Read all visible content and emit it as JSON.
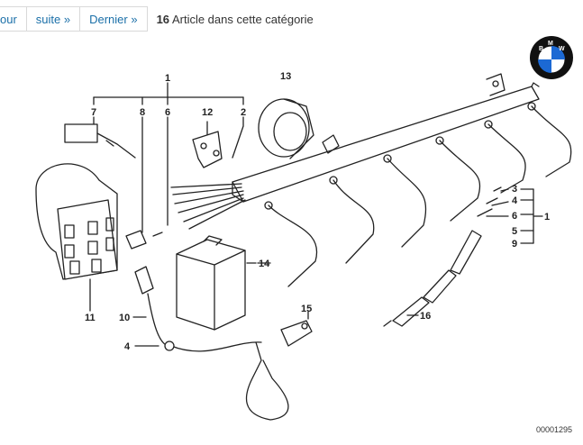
{
  "pagination": {
    "prev_label": "our",
    "next_label": "suite »",
    "last_label": "Dernier »"
  },
  "result": {
    "count": "16",
    "text": "Article dans cette catégorie"
  },
  "diagram": {
    "callouts": [
      "1",
      "2",
      "3",
      "4",
      "5",
      "6",
      "7",
      "8",
      "9",
      "10",
      "11",
      "12",
      "13",
      "14",
      "15",
      "16"
    ],
    "doc_number": "00001295"
  },
  "logo": {
    "letters": "BMW"
  }
}
